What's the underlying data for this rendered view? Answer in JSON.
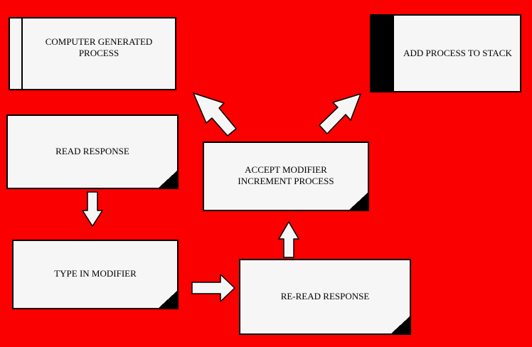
{
  "boxes": {
    "computer_generated": "COMPUTER GENERATED\nPROCESS",
    "add_to_stack": "ADD PROCESS TO STACK",
    "read_response": "READ RESPONSE",
    "accept_modifier": "ACCEPT MODIFIER\nINCREMENT PROCESS",
    "type_modifier": "TYPE IN MODIFIER",
    "re_read": "RE-READ RESPONSE"
  },
  "colors": {
    "background": "#fb0000",
    "box_fill": "#f6f6f6",
    "outline": "#000000"
  }
}
